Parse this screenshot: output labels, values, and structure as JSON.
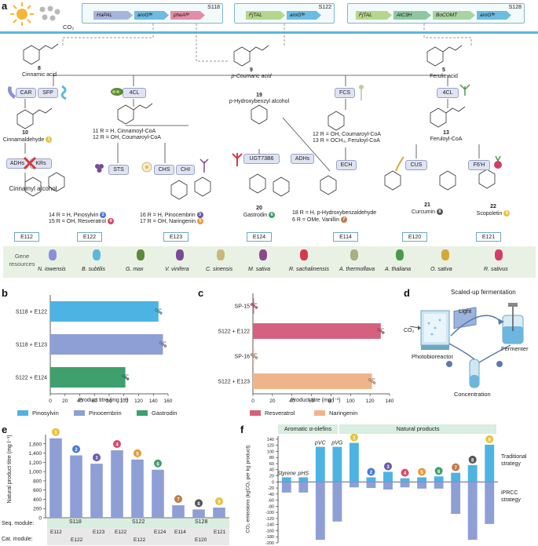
{
  "panel_a": {
    "letter": "a",
    "co2": "CO₂",
    "modules": [
      {
        "strain": "S118",
        "genes": [
          "HaPAL",
          "aroGᶠᵇʳ",
          "pheAᶠᵇʳ"
        ]
      },
      {
        "strain": "S122",
        "genes": [
          "FjTAL",
          "aroGᶠᵇʳ"
        ]
      },
      {
        "strain": "S128",
        "genes": [
          "FjTAL",
          "AtC3H",
          "BoCOMT",
          "aroGᶠᵇʳ"
        ]
      }
    ],
    "compounds": {
      "c8": {
        "num": "8",
        "name": "Cinnamic acid"
      },
      "c9": {
        "num": "9",
        "name": "p-Coumaric acid"
      },
      "c5": {
        "num": "5",
        "name": "Ferulic acid"
      },
      "c10": {
        "num": "10",
        "name": "Cinnamaldehyde"
      },
      "cinnamyl": "Cinnamyl alcohol",
      "c11": "11 R = H, Cinnamoyl-CoA",
      "c12": "12 R = OH, Coumaroyl-CoA",
      "c19a": "19",
      "c19b": "p-Hydroxybenzyl alcohol",
      "c12b": "12 R = OH, Coumaroyl-CoA",
      "c13b": "13 R = OCH₃, Feruloyl-CoA",
      "c13a": "13",
      "c13n": "Feruloyl-CoA",
      "c14": "14 R = H, Pinosylvin",
      "c15": "15 R = OH, Resveratrol",
      "c16": "16 R = H, Pinocembrin",
      "c17": "17 R = OH, Naringenin",
      "c20a": "20",
      "c20b": "Gastrodin",
      "c18": "18 R = H, p-Hydroxybenzaldehyde",
      "c6": "6 R = OMe, Vanillin",
      "c21a": "21",
      "c21b": "Curcumin",
      "c22a": "22",
      "c22b": "Scopoletin"
    },
    "enzymes": [
      "CAR",
      "SFP",
      "4CL",
      "FCS",
      "4CL",
      "ADHs",
      "KRs",
      "STS",
      "CHS",
      "CHI",
      "UGT73B6",
      "ADHs",
      "ECH",
      "CUS",
      "F6'H"
    ],
    "module_codes": [
      "E112",
      "E122",
      "E123",
      "E124",
      "E114",
      "E120",
      "E121"
    ],
    "gene_resources_label": "Gene resources",
    "gene_resources": [
      "N. iowensis",
      "B. subtilis",
      "G. max",
      "V. vinifera",
      "C. sinensis",
      "M. sativa",
      "R. sachalinensis",
      "A. thermoflava",
      "A. thaliana",
      "O. sativa",
      "R. sativus"
    ]
  },
  "panel_b": {
    "letter": "b",
    "xlabel": "Product titre (mg l⁻¹)",
    "legend": [
      "Pinosylvin",
      "Pinocembrin",
      "Gastrodin"
    ],
    "colors": [
      "#4db3e3",
      "#8e9fd6",
      "#3fa06e"
    ]
  },
  "panel_c": {
    "letter": "c",
    "xlabel": "Product titre (mg l⁻¹)",
    "legend": [
      "Resveratrol",
      "Naringenin"
    ],
    "colors": [
      "#d6607f",
      "#f0b48a"
    ]
  },
  "panel_d": {
    "letter": "d",
    "title": "Scaled-up fermentation",
    "co2": "CO₂",
    "light": "Light",
    "photobioreactor": "Photobioreactor",
    "fermenter": "Fermenter",
    "concentration": "Concentration"
  },
  "panel_e": {
    "letter": "e",
    "ylabel": "Natural product titre (mg l⁻¹)",
    "seq_label": "Seq. module:",
    "cat_label": "Cat. module:",
    "seq_modules": [
      "S118",
      "S122",
      "S128"
    ],
    "cat_top": [
      "E112",
      "E123",
      "E122",
      "E124",
      "E114",
      "E121"
    ],
    "cat_bottom": [
      "E122",
      "E122",
      "E120"
    ]
  },
  "panel_f": {
    "letter": "f",
    "ylabel": "CO₂ emissions (kgCO₂ per kg product)",
    "group1": "Aromatic α-olefins",
    "group2": "Natural products",
    "legend_top": "Traditional strategy",
    "legend_bottom": "iPRCC strategy",
    "cat_labels": [
      "Styrene",
      "pHS",
      "pVC",
      "pVG"
    ]
  },
  "chart_data": [
    {
      "type": "bar",
      "panel": "b",
      "orientation": "horizontal",
      "categories": [
        "S118 + E122",
        "S118 + E123",
        "S122 + E124"
      ],
      "series": [
        {
          "name": "Pinosylvin",
          "values": [
            147,
            null,
            null
          ]
        },
        {
          "name": "Pinocembrin",
          "values": [
            null,
            153,
            null
          ]
        },
        {
          "name": "Gastrodin",
          "values": [
            null,
            null,
            102
          ]
        }
      ],
      "xlabel": "Product titre (mg l⁻¹)",
      "xlim": [
        0,
        160
      ],
      "xticks": [
        0,
        20,
        40,
        60,
        80,
        100,
        120,
        140,
        160
      ]
    },
    {
      "type": "bar",
      "panel": "c",
      "orientation": "horizontal",
      "categories": [
        "SP-15",
        "S122 + E122",
        "SP-16",
        "S122 + E123"
      ],
      "series": [
        {
          "name": "Resveratrol",
          "values": [
            1,
            131,
            null,
            null
          ]
        },
        {
          "name": "Naringenin",
          "values": [
            null,
            null,
            1,
            122
          ]
        }
      ],
      "xlabel": "Product titre (mg l⁻¹)",
      "xlim": [
        0,
        140
      ],
      "xticks": [
        0,
        20,
        40,
        60,
        80,
        100,
        120,
        140
      ]
    },
    {
      "type": "bar",
      "panel": "e",
      "categories": [
        "1",
        "2",
        "3",
        "4",
        "5",
        "6",
        "7",
        "8",
        "9"
      ],
      "values": [
        1720,
        1350,
        1170,
        1460,
        1260,
        1040,
        270,
        180,
        220
      ],
      "ylabel": "Natural product titre (mg l⁻¹)",
      "ylim": [
        0,
        1800
      ],
      "yticks": [
        0,
        200,
        400,
        600,
        800,
        1000,
        1200,
        1400,
        1600
      ]
    },
    {
      "type": "bar",
      "panel": "f",
      "categories": [
        "Styrene",
        "pHS",
        "pVC",
        "pVG",
        "1",
        "2",
        "3",
        "4",
        "5",
        "6",
        "7",
        "8",
        "9"
      ],
      "series": [
        {
          "name": "Traditional strategy",
          "values": [
            15,
            15,
            115,
            115,
            128,
            15,
            33,
            12,
            15,
            18,
            30,
            55,
            122
          ]
        },
        {
          "name": "iPRCC strategy",
          "values": [
            -35,
            -35,
            -190,
            -130,
            -18,
            -20,
            -25,
            -18,
            -22,
            -22,
            -105,
            -190,
            -138
          ]
        }
      ],
      "ylabel": "CO₂ emissions (kgCO₂ per kg product)",
      "ylim": [
        -200,
        150
      ],
      "yticks": [
        -200,
        -180,
        -160,
        -140,
        -120,
        -100,
        -80,
        -60,
        -40,
        -20,
        0,
        20,
        40,
        60,
        80,
        100,
        120,
        140
      ]
    }
  ]
}
